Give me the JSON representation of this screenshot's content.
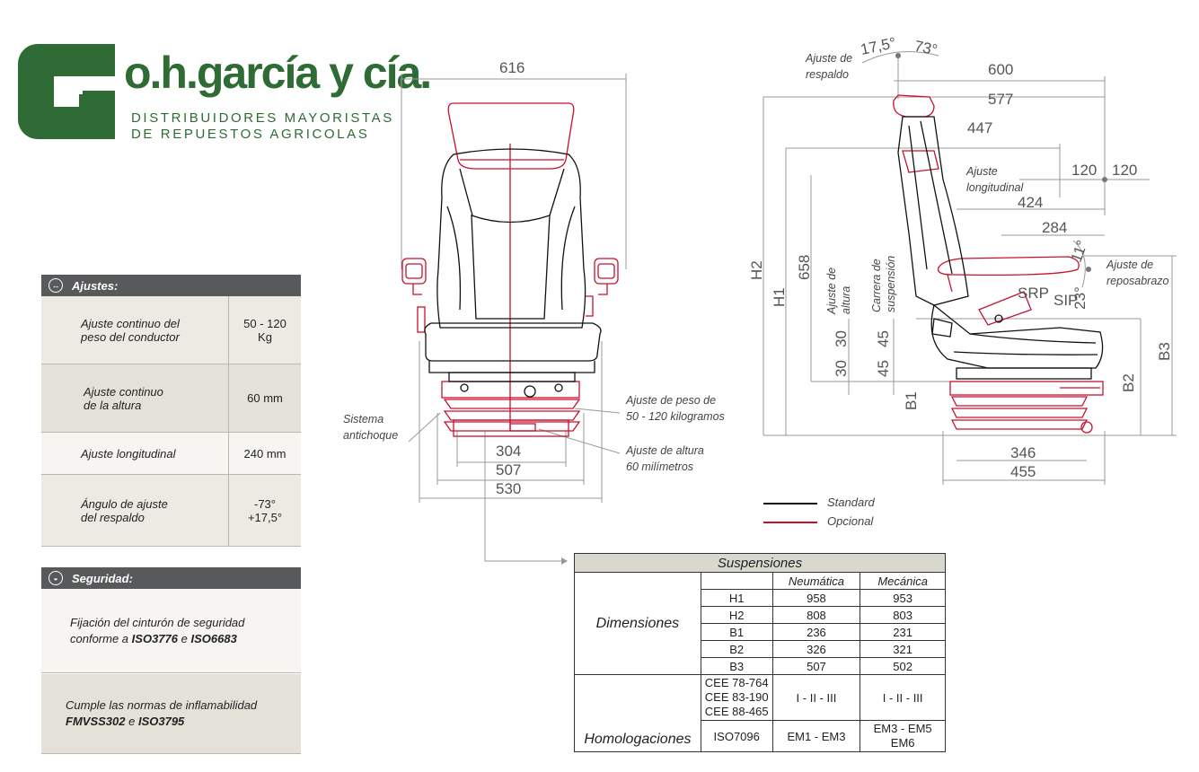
{
  "logo": {
    "name": "o.h.garcía y cía.",
    "line1": "DISTRIBUIDORES MAYORISTAS",
    "line2": "DE REPUESTOS AGRICOLAS"
  },
  "ajustes": {
    "title": "Ajustes:",
    "rows": [
      {
        "label1": "Ajuste continuo del",
        "label2": "peso del conductor",
        "value1": "50 - 120",
        "value2": "Kg"
      },
      {
        "label1": "Ajuste continuo",
        "label2": "de la altura",
        "value1": "60 mm",
        "value2": ""
      },
      {
        "label1": "Ajuste longitudinal",
        "label2": "",
        "value1": "240 mm",
        "value2": ""
      },
      {
        "label1": "Ángulo de ajuste",
        "label2": "del respaldo",
        "value1": "-73°",
        "value2": "+17,5°"
      }
    ]
  },
  "seguridad": {
    "title": "Seguridad:",
    "row1_text": "Fijación del cinturón de seguridad",
    "row1_text2": "conforme a",
    "row1_std1": "ISO3776",
    "row1_and": "e",
    "row1_std2": "ISO6683",
    "row2_text": "Cumple las normas de inflamabilidad",
    "row2_std1": "FMVSS302",
    "row2_and": "e",
    "row2_std2": "ISO3795"
  },
  "front_view": {
    "width_top": "616",
    "w304": "304",
    "w507": "507",
    "w530": "530",
    "note_antichoque_1": "Sistema",
    "note_antichoque_2": "antichoque",
    "note_peso_1": "Ajuste de peso de",
    "note_peso_2": "50 - 120 kilogramos",
    "note_altura_1": "Ajuste de altura",
    "note_altura_2": "60 milímetros"
  },
  "side_view": {
    "d600": "600",
    "d577": "577",
    "d447": "447",
    "d120a": "120",
    "d120b": "120",
    "d424": "424",
    "d284": "284",
    "d346": "346",
    "d455": "455",
    "a175": "17,5°",
    "a73": "73°",
    "a11": "11°",
    "a23": "23°",
    "respaldo_1": "Ajuste de",
    "respaldo_2": "respaldo",
    "longitudinal_1": "Ajuste",
    "longitudinal_2": "longitudinal",
    "reposabrazo_1": "Ajuste de",
    "reposabrazo_2": "reposabrazo",
    "srp": "SRP",
    "sip": "SIP",
    "h2": "H2",
    "h1": "H1",
    "d658": "658",
    "altura_1": "Ajuste de",
    "altura_2": "altura",
    "carrera_1": "Carrera de",
    "carrera_2": "suspensión",
    "d30a": "30",
    "d30b": "30",
    "d45a": "45",
    "d45b": "45",
    "b1": "B1",
    "b2": "B2",
    "b3": "B3"
  },
  "legend": {
    "standard": "Standard",
    "opcional": "Opcional",
    "standard_color": "#111111",
    "opcional_color": "#c8102e"
  },
  "suspensiones": {
    "title": "Suspensiones",
    "col1": "Neumática",
    "col2": "Mecánica",
    "dimensiones_label": "Dimensiones",
    "dims": [
      {
        "k": "H1",
        "a": "958",
        "b": "953"
      },
      {
        "k": "H2",
        "a": "808",
        "b": "803"
      },
      {
        "k": "B1",
        "a": "236",
        "b": "231"
      },
      {
        "k": "B2",
        "a": "326",
        "b": "321"
      },
      {
        "k": "B3",
        "a": "507",
        "b": "502"
      }
    ],
    "homologaciones_label": "Homologaciones",
    "cee1": "CEE 78-764",
    "cee2": "CEE 83-190",
    "cee3": "CEE 88-465",
    "cee_a": "I - II - III",
    "cee_b": "I - II - III",
    "iso": "ISO7096",
    "iso_a": "EM1 - EM3",
    "iso_b1": "EM3 - EM5",
    "iso_b2": "EM6"
  }
}
